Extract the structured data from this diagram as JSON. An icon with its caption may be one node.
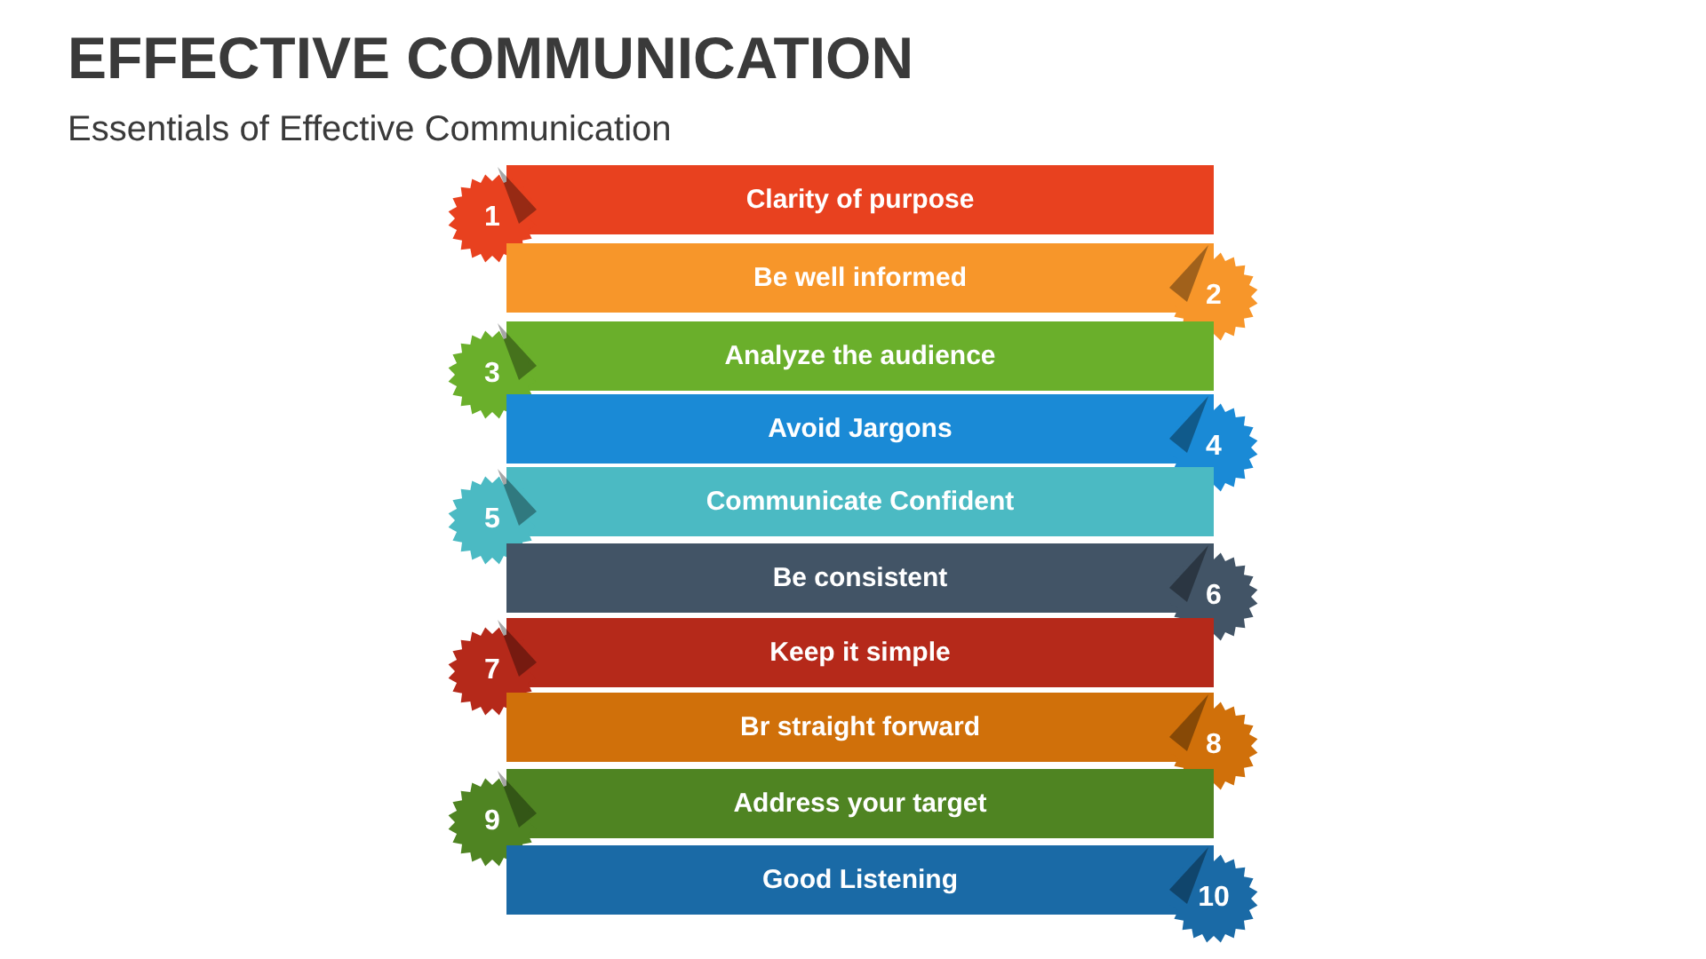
{
  "diagram": {
    "title": "EFFECTIVE COMMUNICATION",
    "caption": "Essentials of Effective Communication",
    "nodes": [
      {
        "text": [
          "Clarity of purpose"
        ]
      },
      {
        "text": [
          "1"
        ]
      },
      {
        "text": [
          "Be well informed"
        ]
      },
      {
        "text": [
          "2"
        ]
      },
      {
        "text": [
          "Analyze the audience"
        ]
      },
      {
        "text": [
          "3"
        ]
      },
      {
        "text": [
          "Avoid Jargons"
        ]
      },
      {
        "text": [
          "4"
        ]
      },
      {
        "text": [
          "Communicate Confident"
        ]
      },
      {
        "text": [
          "5"
        ]
      },
      {
        "text": [
          "Be consistent"
        ]
      },
      {
        "text": [
          "6"
        ]
      },
      {
        "text": [
          "Keep it simple"
        ]
      },
      {
        "text": [
          "7"
        ]
      },
      {
        "text": [
          "Br straight forward"
        ]
      },
      {
        "text": [
          "8"
        ]
      },
      {
        "text": [
          "Address your target"
        ]
      },
      {
        "text": [
          "9"
        ]
      },
      {
        "text": [
          "Good Listening"
        ]
      },
      {
        "text": [
          "10"
        ]
      }
    ]
  }
}
